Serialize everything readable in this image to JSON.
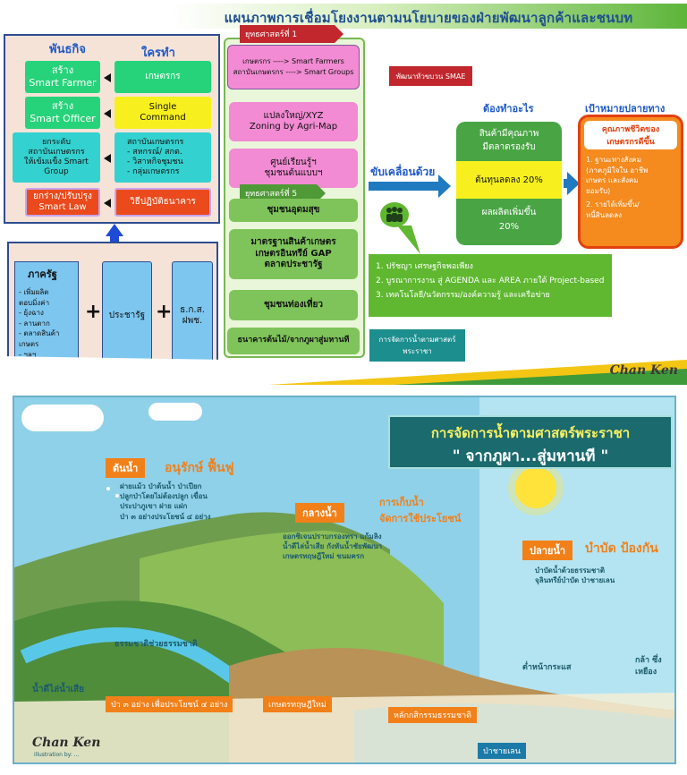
{
  "title": "แผนภาพการเชื่อมโยงงานตามนโยบายของฝ่ายพัฒนาลูกค้าและชนบท",
  "left": {
    "heading_mission": "พันธกิจ",
    "heading_who": "ใครทำ",
    "row1": {
      "mission": "สร้าง\nSmart Farmer",
      "who": "เกษตรกร"
    },
    "row2": {
      "mission": "สร้าง\nSmart Officer",
      "who": "Single\nCommand"
    },
    "row3": {
      "mission": "ยกระดับ\nสถาบันเกษตรกร\nให้เข้มแข็ง Smart Group",
      "who": "สถาบันเกษตรกร\n- สหกรณ์/ สกต.\n- วิสาหกิจชุมชน\n- กลุ่มเกษตรกร"
    },
    "row4": {
      "mission": "ยกร่าง/ปรับปรุง\nSmart Law",
      "who": "วิธีปฏิบัติธนาคาร"
    }
  },
  "lower": {
    "private": "ภาครัฐ",
    "private_items": "- เพิ่มผลิต\n  ตอบมิ่งค่า\n- ยุ้งฉาง\n  - ลานตาก\n- ตลาดสินค้า\n  เกษตร\n- ฯลฯ",
    "public": "ประชารัฐ",
    "baac": "ธ.ก.ส.\nฝพช."
  },
  "mid": {
    "strategy1": "ยุทธศาสตร์ที่ 1",
    "line1": "เกษตรกร ----> Smart Farmers",
    "line2": "สถาบันเกษตรกร ----> Smart Groups",
    "box_xyz": "แปลงใหญ่/XYZ\nZoning by Agri-Map",
    "box_learning": "ศูนย์เรียนรู้ฯ\nชุมชนต้นแบบฯ",
    "strategy5": "ยุทธศาสตร์ที่ 5",
    "box_sufficiency": "ชุมชนอุดมสุข",
    "box_gap": "มาตรฐานสินค้าเกษตร\nเกษตรอินทรีย์ GAP\nตลาดประชารัฐ",
    "box_tourism": "ชุมชนท่องเที่ยว",
    "box_tree": "ธนาคารต้นไม้/จากภูผาสู่มหานที"
  },
  "smae": "พัฒนาหัวขบวน SMAE",
  "teal_note": "การจัดการน้ำตามศาสตร์\nพระราชา",
  "right": {
    "col_what": "ต้องทำอะไร",
    "col_goal": "เป้าหมายปลายทาง",
    "drive": "ขับเคลื่อนด้วย",
    "outcome_top": "สินค้ามีคุณภาพ\nมีตลาดรองรับ",
    "outcome_mid": "ต้นทุนลดลง 20%",
    "outcome_bot": "ผลผลิตเพิ่มขึ้น\n20%",
    "goal_title": "คุณภาพชีวิตของ\nเกษตรกรดีขึ้น",
    "goal_1": "1. ฐานะทางสังคม\n(ภาคภูมิใจใน อาชีพ\nเกษตร และสังคม\nยอมรับ)",
    "goal_2": "2. รายได้เพิ่มขึ้น/\nหนี้สินลดลง"
  },
  "policy": [
    "1. ปรัชญา เศรษฐกิจพอเพียง",
    "2. บูรณาการงาน สู่ AGENDA และ AREA ภายใต้ Project-based",
    "3. เทคโนโลยี/นวัตกรรม/องค์ความรู้ และเครือข่าย"
  ],
  "brand": "Chan Ken",
  "info": {
    "title1": "การจัดการน้ำตามศาสตร์พระราชา",
    "title2": "\" จากภูผา...สู่มหานที \"",
    "upstream": "ต้นน้ำ",
    "upstream_sub": "อนุรักษ์ ฟื้นฟู",
    "upstream_text": "ฝายแม้ว   ป่าต้นน้ำ   ป่าเปียก\nปลูกป่าโดยไม่ต้องปลูก   เขื่อน\nประปาภูเขา   ฝาย   แฝก\nป่า ๓ อย่างประโยชน์ ๔ อย่าง",
    "midstream": "กลางน้ำ",
    "midstream_sub": "การเก็บน้ำ\nจัดการใช้ประโยชน์",
    "midstream_text": "ออกซิเจนปราบกรองทรา   แก้มลิง\nน้ำดีไล่น้ำเสีย   กังหันน้ำชัยพัฒนา\nเกษตรทฤษฎีใหม่   ขนมครก",
    "downstream": "ปลายน้ำ",
    "downstream_sub": "บำบัด ป้องกัน",
    "downstream_text": "บำบัดน้ำด้วยธรรมชาติ\nจุลินทรีย์บำบัด   ป่าชายเลน",
    "banner1": "ป่า ๓ อย่าง เพื่อประโยชน์ ๔ อย่าง",
    "banner2": "เกษตรทฤษฎีใหม่",
    "banner3": "หลักกสิกรรมธรรมชาติ",
    "banner4": "ป่าชายเลน",
    "label_water": "น้ำดีไล่น้ำเสีย",
    "label_natural": "ธรรมชาติช่วยธรรมชาติ",
    "label_mangrove": "ต่ำหน้ากระแส",
    "label_mud": "กล้า ซึ่ง\nเหยือง",
    "brand_sub": "illustration by: ..."
  }
}
